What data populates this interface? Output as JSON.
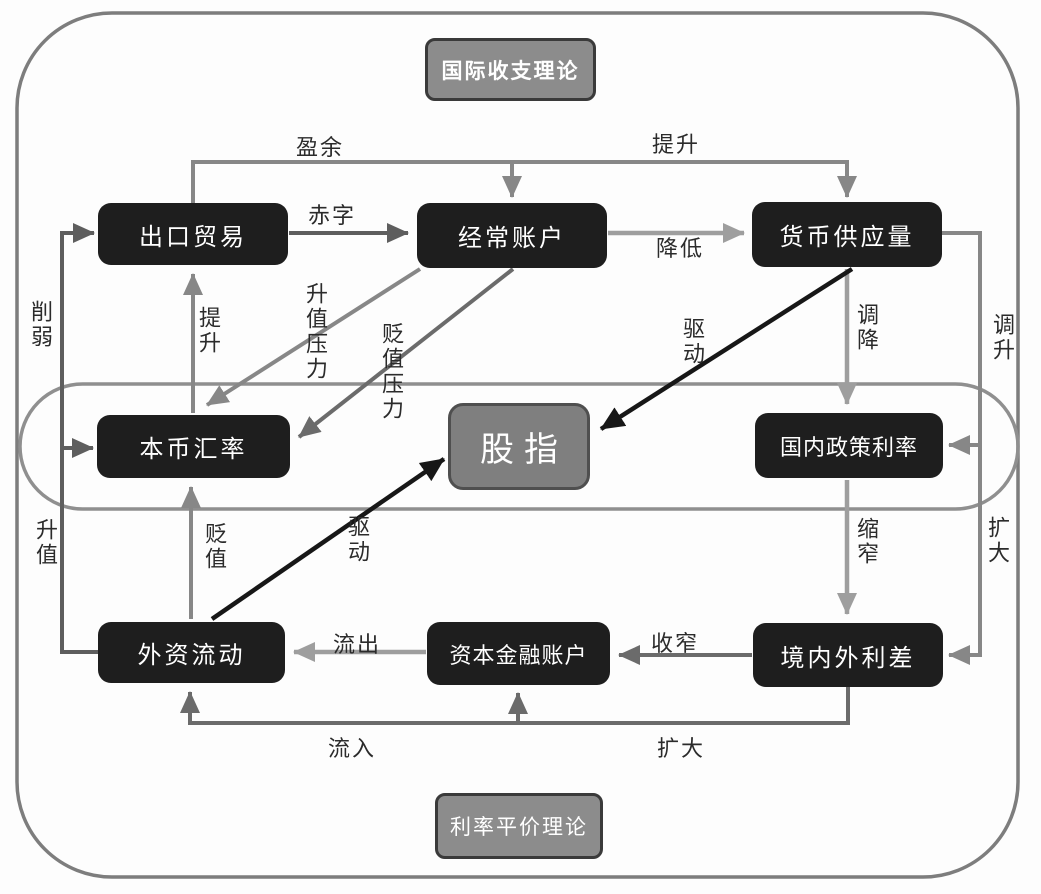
{
  "diagram": {
    "title_top": "国际收支理论",
    "title_bottom": "利率平价理论",
    "nodes": {
      "export_trade": "出口贸易",
      "current_account": "经常账户",
      "money_supply": "货币供应量",
      "currency_rate": "本币汇率",
      "stock_index": "股指",
      "policy_rate": "国内政策利率",
      "capital_flow": "外资流动",
      "capital_account": "资本金融账户",
      "rate_spread": "境内外利差"
    },
    "labels": {
      "surplus": "盈余",
      "boost_top": "提升",
      "deficit": "赤字",
      "reduce": "降低",
      "weaken": "削弱",
      "boost_exports": "提升",
      "appreciation_pressure": "升值压力",
      "depreciation_pressure": "贬值压力",
      "drive_upper": "驱动",
      "drive_lower": "驱动",
      "rate_cut": "调降",
      "rate_hike": "调升",
      "appreciate": "升值",
      "depreciate": "贬值",
      "narrow_down": "缩窄",
      "widen_right": "扩大",
      "outflow": "流出",
      "narrow_left": "收窄",
      "inflow": "流入",
      "widen_bottom": "扩大"
    },
    "colors": {
      "background": "#fdfdfd",
      "node_fill": "#1e1e1e",
      "node_text": "#ffffff",
      "theory_fill": "#8c8c8c",
      "theory_border": "#3a3a3a",
      "stock_fill": "#7f7f7f",
      "stock_border": "#4f4f4f",
      "line_light": "#9e9e9e",
      "line_mid": "#878787",
      "line_dark": "#5e5e5e",
      "line_deep": "#6b6b6b",
      "line_black": "#171717",
      "outer_border": "#7d7d7d",
      "band_border": "#8f8f8f",
      "label_text": "#2b2b2b"
    }
  }
}
